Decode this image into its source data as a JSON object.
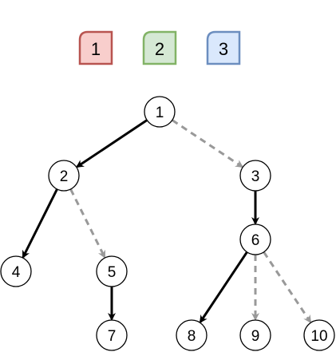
{
  "legend": [
    {
      "id": "badge-1",
      "label": "1",
      "fill": "#f8cecc",
      "stroke": "#b85450"
    },
    {
      "id": "badge-2",
      "label": "2",
      "fill": "#d5e8d4",
      "stroke": "#82b366"
    },
    {
      "id": "badge-3",
      "label": "3",
      "fill": "#dae8fc",
      "stroke": "#6c8ebf"
    }
  ],
  "nodes": [
    {
      "id": "1",
      "label": "1"
    },
    {
      "id": "2",
      "label": "2"
    },
    {
      "id": "3",
      "label": "3"
    },
    {
      "id": "4",
      "label": "4"
    },
    {
      "id": "5",
      "label": "5"
    },
    {
      "id": "6",
      "label": "6"
    },
    {
      "id": "7",
      "label": "7"
    },
    {
      "id": "8",
      "label": "8"
    },
    {
      "id": "9",
      "label": "9"
    },
    {
      "id": "10",
      "label": "10"
    }
  ],
  "edges": [
    {
      "from": "1",
      "to": "2",
      "style": "solid"
    },
    {
      "from": "1",
      "to": "3",
      "style": "dashed"
    },
    {
      "from": "2",
      "to": "4",
      "style": "solid"
    },
    {
      "from": "2",
      "to": "5",
      "style": "dashed"
    },
    {
      "from": "3",
      "to": "6",
      "style": "solid"
    },
    {
      "from": "5",
      "to": "7",
      "style": "solid"
    },
    {
      "from": "6",
      "to": "8",
      "style": "solid"
    },
    {
      "from": "6",
      "to": "9",
      "style": "dashed"
    },
    {
      "from": "6",
      "to": "10",
      "style": "dashed"
    }
  ],
  "colors": {
    "solid_edge": "#000000",
    "dashed_edge": "#999999",
    "node_stroke": "#000000",
    "node_fill": "#ffffff"
  }
}
